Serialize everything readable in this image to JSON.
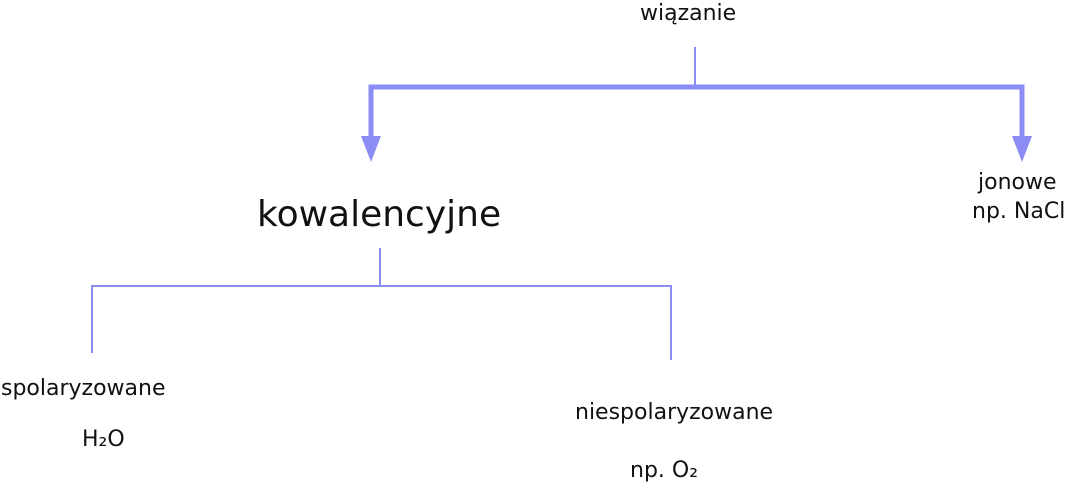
{
  "diagram": {
    "root": "wiązanie",
    "covalent": "kowalencyjne",
    "ionic": "jonowe",
    "ionic_example": "np. NaCl",
    "polar": "spolaryzowane",
    "polar_example": "H₂O",
    "nonpolar": "niespolaryzowane",
    "nonpolar_example": "np. O₂"
  },
  "colors": {
    "connector": "#8c8cf5",
    "text": "#111111",
    "background": "#ffffff"
  }
}
